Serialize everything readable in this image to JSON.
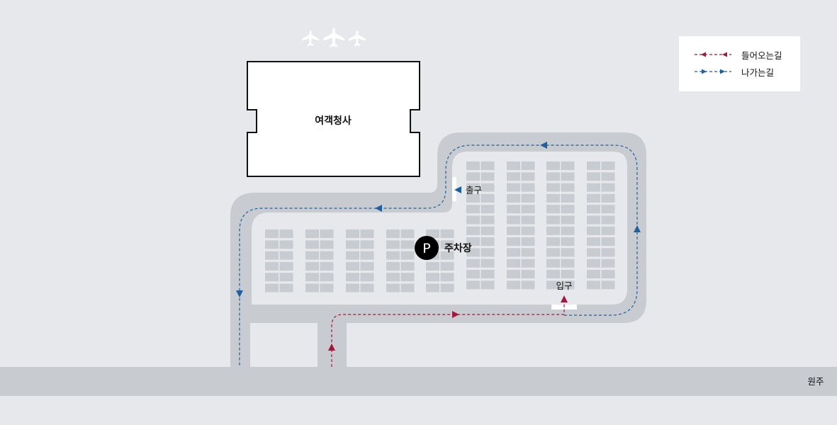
{
  "terminal": {
    "label": "여객청사"
  },
  "parking": {
    "symbol": "P",
    "label": "주차장"
  },
  "gates": {
    "exit_label": "출구",
    "entrance_label": "입구"
  },
  "road": {
    "label": "원주"
  },
  "legend": {
    "incoming_label": "들어오는길",
    "outgoing_label": "나가는길",
    "incoming_color": "#a0193f",
    "outgoing_color": "#1f5f9e"
  },
  "icons": [
    "airplane-icon",
    "airplane-icon",
    "airplane-icon"
  ]
}
